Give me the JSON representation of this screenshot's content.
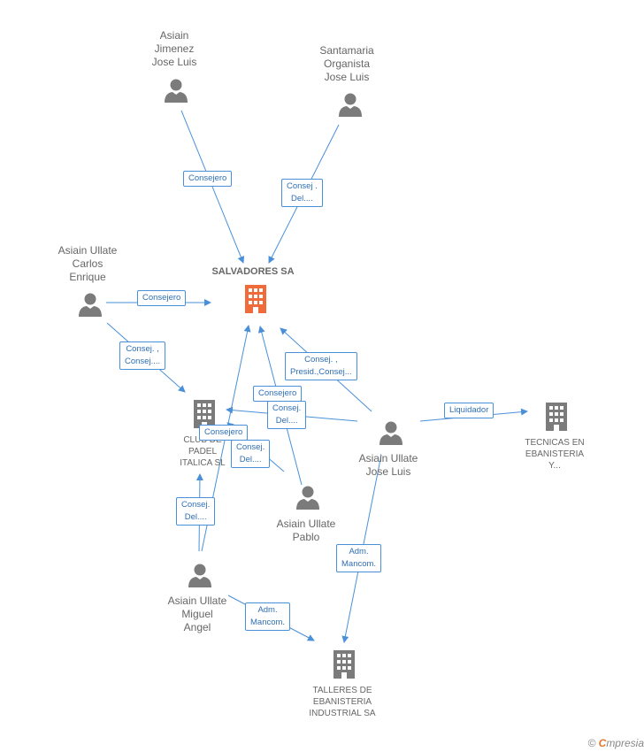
{
  "nodes": {
    "asiain_jimenez": {
      "lines": [
        "Asiain",
        "Jimenez",
        "Jose Luis"
      ]
    },
    "santamaria": {
      "lines": [
        "Santamaria",
        "Organista",
        "Jose Luis"
      ]
    },
    "carlos": {
      "lines": [
        "Asiain Ullate",
        "Carlos",
        "Enrique"
      ]
    },
    "salvadores": {
      "lines": [
        "SALVADORES SA"
      ]
    },
    "club_padel": {
      "lines": [
        "CLUB DE",
        "PADEL",
        "ITALICA SL"
      ]
    },
    "jose_luis": {
      "lines": [
        "Asiain Ullate",
        "Jose Luis"
      ]
    },
    "tecnicas": {
      "lines": [
        "TECNICAS EN",
        "EBANISTERIA",
        "Y..."
      ]
    },
    "pablo": {
      "lines": [
        "Asiain Ullate",
        "Pablo"
      ]
    },
    "miguel": {
      "lines": [
        "Asiain Ullate",
        "Miguel",
        "Angel"
      ]
    },
    "talleres": {
      "lines": [
        "TALLERES DE",
        "EBANISTERIA",
        "INDUSTRIAL SA"
      ]
    }
  },
  "edges": {
    "e1": [
      "Consejero"
    ],
    "e2": [
      "Consej .",
      "Del...."
    ],
    "e3": [
      "Consejero"
    ],
    "e4": [
      "Consej. ,",
      "Consej...."
    ],
    "e5": [
      "Consej. ,",
      "Presid.,Consej..."
    ],
    "e6": [
      "Consejero"
    ],
    "e7": [
      "Consej.",
      "Del...."
    ],
    "e8": [
      "Liquidador"
    ],
    "e9": [
      "Consejero"
    ],
    "e10": [
      "Consej.",
      "Del...."
    ],
    "e11": [
      "Consej.",
      "Del...."
    ],
    "e12": [
      "Adm.",
      "Mancom."
    ],
    "e13": [
      "Adm.",
      "Mancom."
    ]
  },
  "colors": {
    "edge": "#4a90d9",
    "person": "#7b7b7b",
    "company": "#7b7b7b",
    "main_company": "#f06a3a"
  },
  "footer": {
    "copyright": "©",
    "brand_e": "C",
    "brand_rest": "mpresia"
  }
}
